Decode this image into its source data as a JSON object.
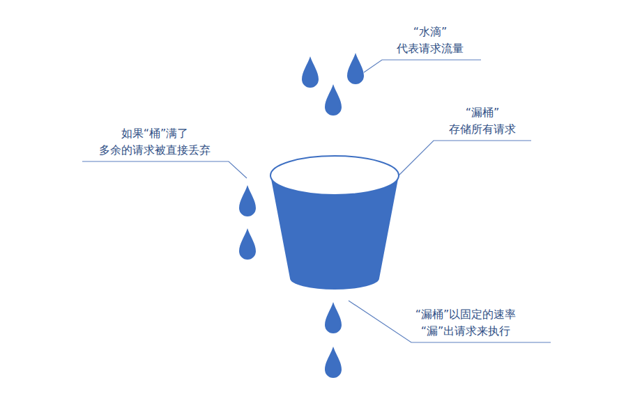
{
  "diagram": {
    "labels": [
      "“水滴” 代表请求流量",
      "“漏桶” 存储所有请求",
      "如果“桶”满了 多余的请求被直接丢弃",
      "“漏桶”以固定的速率 “漏”出请求来执行"
    ]
  }
}
